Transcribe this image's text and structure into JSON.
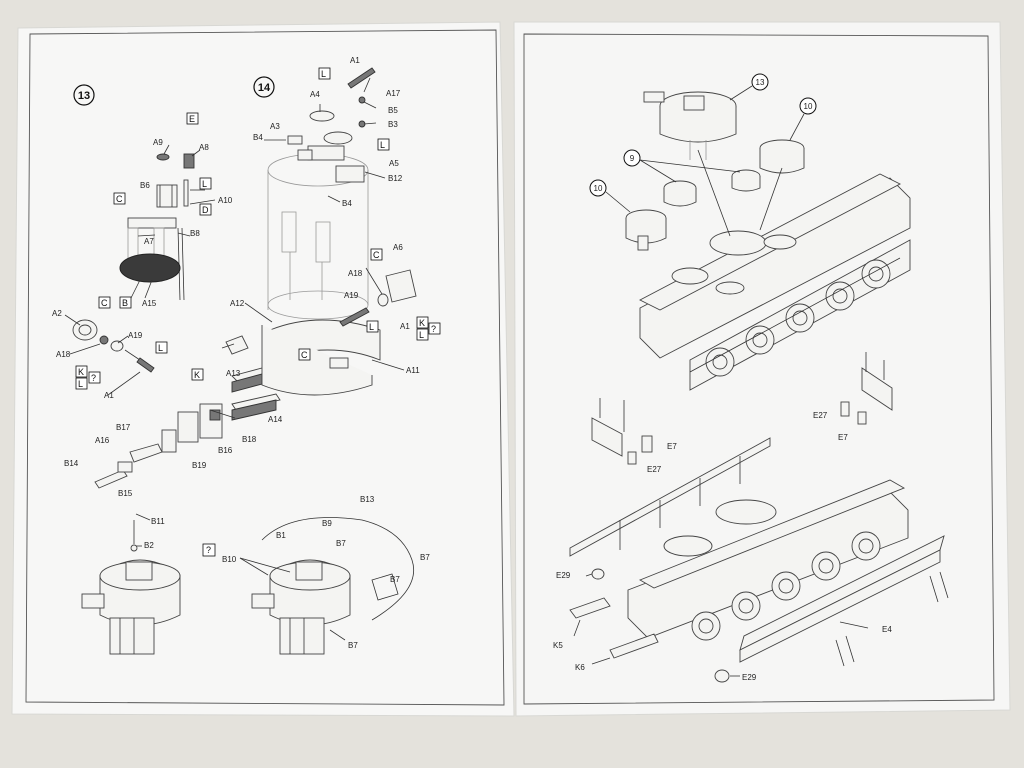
{
  "left_page": {
    "steps": [
      {
        "number": "13"
      },
      {
        "number": "14"
      }
    ],
    "step13_labels": [
      "A9",
      "A8",
      "E",
      "B6",
      "L",
      "A10",
      "D",
      "C",
      "A7",
      "B8",
      "B",
      "A15",
      "A2",
      "C",
      "A19",
      "A18",
      "L",
      "K",
      "?",
      "L",
      "?",
      "A1",
      "K",
      "A13",
      "A14",
      "B18",
      "B16",
      "B19",
      "B17",
      "A16",
      "B14",
      "B15"
    ],
    "step14_labels": [
      "A1",
      "L",
      "A17",
      "A4",
      "B5",
      "B3",
      "L",
      "A3",
      "B4",
      "A5",
      "B12",
      "B4",
      "C",
      "A6",
      "A18",
      "A19",
      "L",
      "A1",
      "K",
      "?",
      "L",
      "?",
      "A12",
      "C",
      "A11"
    ],
    "bottom_labels": [
      "B11",
      "B2",
      "?",
      "B13",
      "B9",
      "B1",
      "B7",
      "B7",
      "B10",
      "B7",
      "B7"
    ]
  },
  "right_page": {
    "callouts": [
      "13",
      "10",
      "9",
      "10"
    ],
    "labels": [
      "E27",
      "E7",
      "E7",
      "E27",
      "E29",
      "K5",
      "K6",
      "E4",
      "E29"
    ]
  }
}
